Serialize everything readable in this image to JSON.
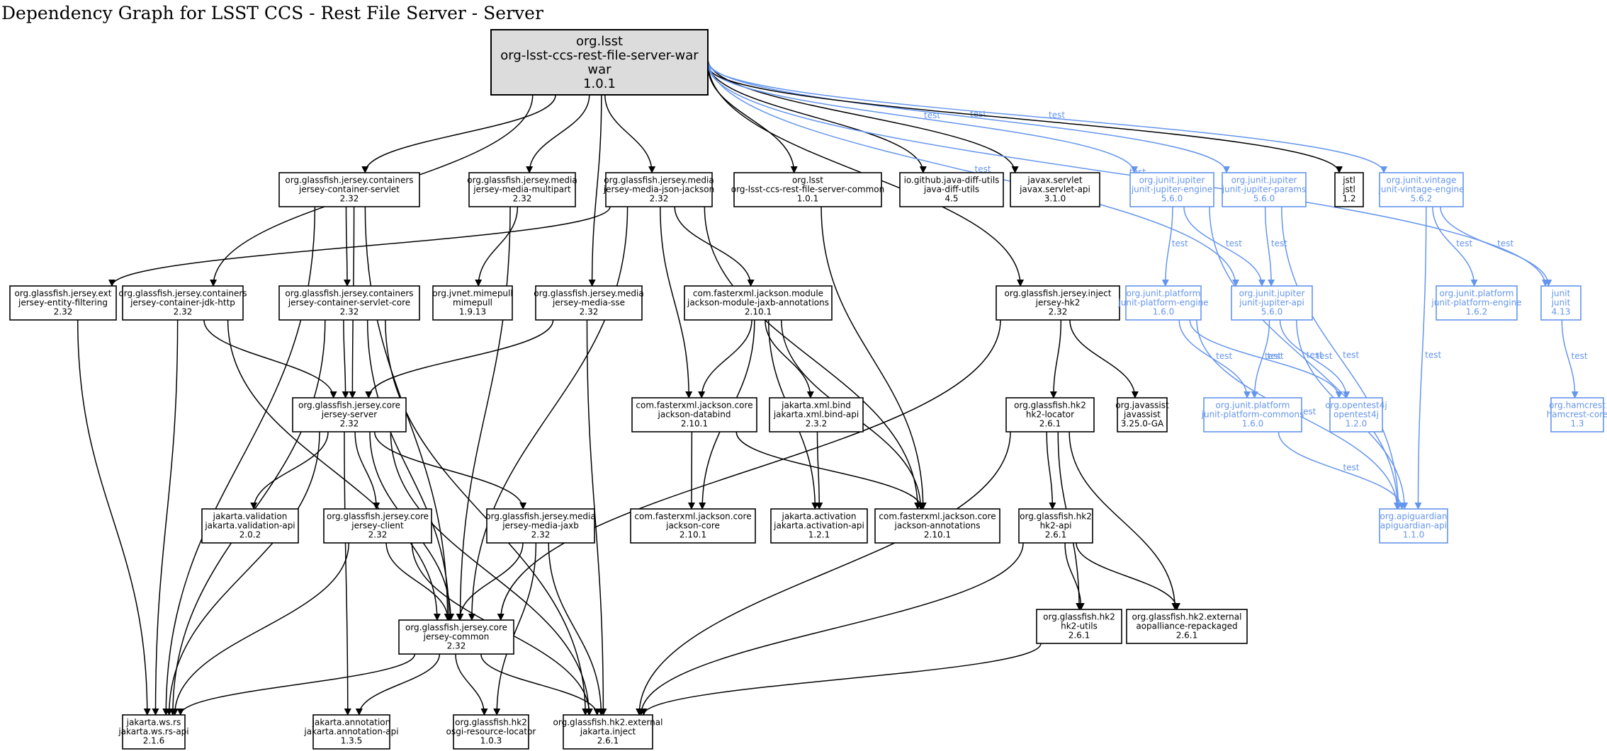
{
  "title": "Dependency Graph for LSST CCS - Rest File Server - Server",
  "colors": {
    "compile": "#000000",
    "test": "#6495ed",
    "root_fill": "#dcdcdc"
  },
  "edge_label_test": "test",
  "nodes": [
    {
      "id": "root",
      "lines": [
        "org.lsst",
        "org-lsst-ccs-rest-file-server-war",
        "war",
        "1.0.1"
      ],
      "scope": "root"
    },
    {
      "id": "servlet",
      "lines": [
        "org.glassfish.jersey.containers",
        "jersey-container-servlet",
        "2.32"
      ],
      "scope": "compile"
    },
    {
      "id": "multipart",
      "lines": [
        "org.glassfish.jersey.media",
        "jersey-media-multipart",
        "2.32"
      ],
      "scope": "compile"
    },
    {
      "id": "jsonjackson",
      "lines": [
        "org.glassfish.jersey.media",
        "jersey-media-json-jackson",
        "2.32"
      ],
      "scope": "compile"
    },
    {
      "id": "common_lsst",
      "lines": [
        "org.lsst",
        "org-lsst-ccs-rest-file-server-common",
        "1.0.1"
      ],
      "scope": "compile"
    },
    {
      "id": "diffutils",
      "lines": [
        "io.github.java-diff-utils",
        "java-diff-utils",
        "4.5"
      ],
      "scope": "compile"
    },
    {
      "id": "servletapi",
      "lines": [
        "javax.servlet",
        "javax.servlet-api",
        "3.1.0"
      ],
      "scope": "compile"
    },
    {
      "id": "jupengine",
      "lines": [
        "org.junit.jupiter",
        "junit-jupiter-engine",
        "5.6.0"
      ],
      "scope": "test"
    },
    {
      "id": "jupparams",
      "lines": [
        "org.junit.jupiter",
        "junit-jupiter-params",
        "5.6.0"
      ],
      "scope": "test"
    },
    {
      "id": "jstl",
      "lines": [
        "jstl",
        "jstl",
        "1.2"
      ],
      "scope": "compile"
    },
    {
      "id": "vintage",
      "lines": [
        "org.junit.vintage",
        "junit-vintage-engine",
        "5.6.2"
      ],
      "scope": "test"
    },
    {
      "id": "entityfilter",
      "lines": [
        "org.glassfish.jersey.ext",
        "jersey-entity-filtering",
        "2.32"
      ],
      "scope": "compile"
    },
    {
      "id": "jdkhttp",
      "lines": [
        "org.glassfish.jersey.containers",
        "jersey-container-jdk-http",
        "2.32"
      ],
      "scope": "compile"
    },
    {
      "id": "servletcore",
      "lines": [
        "org.glassfish.jersey.containers",
        "jersey-container-servlet-core",
        "2.32"
      ],
      "scope": "compile"
    },
    {
      "id": "mimepull",
      "lines": [
        "org.jvnet.mimepull",
        "mimepull",
        "1.9.13"
      ],
      "scope": "compile"
    },
    {
      "id": "sse",
      "lines": [
        "org.glassfish.jersey.media",
        "jersey-media-sse",
        "2.32"
      ],
      "scope": "compile"
    },
    {
      "id": "jaxbann",
      "lines": [
        "com.fasterxml.jackson.module",
        "jackson-module-jaxb-annotations",
        "2.10.1"
      ],
      "scope": "compile"
    },
    {
      "id": "hk2inject",
      "lines": [
        "org.glassfish.jersey.inject",
        "jersey-hk2",
        "2.32"
      ],
      "scope": "compile"
    },
    {
      "id": "platengine160",
      "lines": [
        "org.junit.platform",
        "junit-platform-engine",
        "1.6.0"
      ],
      "scope": "test"
    },
    {
      "id": "jupapi",
      "lines": [
        "org.junit.jupiter",
        "junit-jupiter-api",
        "5.6.0"
      ],
      "scope": "test"
    },
    {
      "id": "platengine162",
      "lines": [
        "org.junit.platform",
        "junit-platform-engine",
        "1.6.2"
      ],
      "scope": "test"
    },
    {
      "id": "junit",
      "lines": [
        "junit",
        "junit",
        "4.13"
      ],
      "scope": "test"
    },
    {
      "id": "server",
      "lines": [
        "org.glassfish.jersey.core",
        "jersey-server",
        "2.32"
      ],
      "scope": "compile"
    },
    {
      "id": "databind",
      "lines": [
        "com.fasterxml.jackson.core",
        "jackson-databind",
        "2.10.1"
      ],
      "scope": "compile"
    },
    {
      "id": "xmlbind",
      "lines": [
        "jakarta.xml.bind",
        "jakarta.xml.bind-api",
        "2.3.2"
      ],
      "scope": "compile"
    },
    {
      "id": "locator",
      "lines": [
        "org.glassfish.hk2",
        "hk2-locator",
        "2.6.1"
      ],
      "scope": "compile"
    },
    {
      "id": "javassist",
      "lines": [
        "org.javassist",
        "javassist",
        "3.25.0-GA"
      ],
      "scope": "compile"
    },
    {
      "id": "platcommons",
      "lines": [
        "org.junit.platform",
        "junit-platform-commons",
        "1.6.0"
      ],
      "scope": "test"
    },
    {
      "id": "opentest4j",
      "lines": [
        "org.opentest4j",
        "opentest4j",
        "1.2.0"
      ],
      "scope": "test"
    },
    {
      "id": "hamcrest",
      "lines": [
        "org.hamcrest",
        "hamcrest-core",
        "1.3"
      ],
      "scope": "test"
    },
    {
      "id": "validation",
      "lines": [
        "jakarta.validation",
        "jakarta.validation-api",
        "2.0.2"
      ],
      "scope": "compile"
    },
    {
      "id": "client",
      "lines": [
        "org.glassfish.jersey.core",
        "jersey-client",
        "2.32"
      ],
      "scope": "compile"
    },
    {
      "id": "jaxb",
      "lines": [
        "org.glassfish.jersey.media",
        "jersey-media-jaxb",
        "2.32"
      ],
      "scope": "compile"
    },
    {
      "id": "jcore",
      "lines": [
        "com.fasterxml.jackson.core",
        "jackson-core",
        "2.10.1"
      ],
      "scope": "compile"
    },
    {
      "id": "activation",
      "lines": [
        "jakarta.activation",
        "jakarta.activation-api",
        "1.2.1"
      ],
      "scope": "compile"
    },
    {
      "id": "annotations",
      "lines": [
        "com.fasterxml.jackson.core",
        "jackson-annotations",
        "2.10.1"
      ],
      "scope": "compile"
    },
    {
      "id": "hk2api",
      "lines": [
        "org.glassfish.hk2",
        "hk2-api",
        "2.6.1"
      ],
      "scope": "compile"
    },
    {
      "id": "apiguardian",
      "lines": [
        "org.apiguardian",
        "apiguardian-api",
        "1.1.0"
      ],
      "scope": "test"
    },
    {
      "id": "jcommon",
      "lines": [
        "org.glassfish.jersey.core",
        "jersey-common",
        "2.32"
      ],
      "scope": "compile"
    },
    {
      "id": "hk2utils",
      "lines": [
        "org.glassfish.hk2",
        "hk2-utils",
        "2.6.1"
      ],
      "scope": "compile"
    },
    {
      "id": "aopalliance",
      "lines": [
        "org.glassfish.hk2.external",
        "aopalliance-repackaged",
        "2.6.1"
      ],
      "scope": "compile"
    },
    {
      "id": "wsrs",
      "lines": [
        "jakarta.ws.rs",
        "jakarta.ws.rs-api",
        "2.1.6"
      ],
      "scope": "compile"
    },
    {
      "id": "annotationapi",
      "lines": [
        "jakarta.annotation",
        "jakarta.annotation-api",
        "1.3.5"
      ],
      "scope": "compile"
    },
    {
      "id": "osgi",
      "lines": [
        "org.glassfish.hk2",
        "osgi-resource-locator",
        "1.0.3"
      ],
      "scope": "compile"
    },
    {
      "id": "jakinject",
      "lines": [
        "org.glassfish.hk2.external",
        "jakarta.inject",
        "2.6.1"
      ],
      "scope": "compile"
    }
  ],
  "edges": [
    [
      "root",
      "servlet",
      "compile"
    ],
    [
      "root",
      "multipart",
      "compile"
    ],
    [
      "root",
      "jsonjackson",
      "compile"
    ],
    [
      "root",
      "common_lsst",
      "compile"
    ],
    [
      "root",
      "diffutils",
      "compile"
    ],
    [
      "root",
      "servletapi",
      "compile"
    ],
    [
      "root",
      "jupengine",
      "test"
    ],
    [
      "root",
      "jupparams",
      "test"
    ],
    [
      "root",
      "jstl",
      "compile"
    ],
    [
      "root",
      "vintage",
      "test"
    ],
    [
      "root",
      "jdkhttp",
      "compile"
    ],
    [
      "root",
      "sse",
      "compile"
    ],
    [
      "root",
      "hk2inject",
      "compile"
    ],
    [
      "root",
      "jupapi",
      "test"
    ],
    [
      "root",
      "junit",
      "test"
    ],
    [
      "servlet",
      "servletcore",
      "compile"
    ],
    [
      "servlet",
      "server",
      "compile"
    ],
    [
      "servlet",
      "jcommon",
      "compile"
    ],
    [
      "servlet",
      "wsrs",
      "compile"
    ],
    [
      "multipart",
      "mimepull",
      "compile"
    ],
    [
      "multipart",
      "jcommon",
      "compile"
    ],
    [
      "jsonjackson",
      "entityfilter",
      "compile"
    ],
    [
      "jsonjackson",
      "jaxbann",
      "compile"
    ],
    [
      "jsonjackson",
      "databind",
      "compile"
    ],
    [
      "jsonjackson",
      "annotations",
      "compile"
    ],
    [
      "jsonjackson",
      "jcommon",
      "compile"
    ],
    [
      "common_lsst",
      "annotations",
      "compile"
    ],
    [
      "jupengine",
      "platengine160",
      "test"
    ],
    [
      "jupengine",
      "jupapi",
      "test"
    ],
    [
      "jupengine",
      "apiguardian",
      "test"
    ],
    [
      "jupparams",
      "jupapi",
      "test"
    ],
    [
      "jupparams",
      "apiguardian",
      "test"
    ],
    [
      "vintage",
      "platengine162",
      "test"
    ],
    [
      "vintage",
      "junit",
      "test"
    ],
    [
      "vintage",
      "apiguardian",
      "test"
    ],
    [
      "entityfilter",
      "wsrs",
      "compile"
    ],
    [
      "jdkhttp",
      "server",
      "compile"
    ],
    [
      "jdkhttp",
      "jcommon",
      "compile"
    ],
    [
      "jdkhttp",
      "wsrs",
      "compile"
    ],
    [
      "servletcore",
      "server",
      "compile"
    ],
    [
      "servletcore",
      "jcommon",
      "compile"
    ],
    [
      "servletcore",
      "jakinject",
      "compile"
    ],
    [
      "servletcore",
      "wsrs",
      "compile"
    ],
    [
      "sse",
      "server",
      "compile"
    ],
    [
      "sse",
      "jakinject",
      "compile"
    ],
    [
      "jaxbann",
      "databind",
      "compile"
    ],
    [
      "jaxbann",
      "xmlbind",
      "compile"
    ],
    [
      "jaxbann",
      "jcore",
      "compile"
    ],
    [
      "jaxbann",
      "activation",
      "compile"
    ],
    [
      "jaxbann",
      "annotations",
      "compile"
    ],
    [
      "hk2inject",
      "locator",
      "compile"
    ],
    [
      "hk2inject",
      "javassist",
      "compile"
    ],
    [
      "hk2inject",
      "jcommon",
      "compile"
    ],
    [
      "platengine160",
      "platcommons",
      "test"
    ],
    [
      "platengine160",
      "opentest4j",
      "test"
    ],
    [
      "platengine160",
      "apiguardian",
      "test"
    ],
    [
      "jupapi",
      "platcommons",
      "test"
    ],
    [
      "jupapi",
      "opentest4j",
      "test"
    ],
    [
      "jupapi",
      "apiguardian",
      "test"
    ],
    [
      "junit",
      "hamcrest",
      "test"
    ],
    [
      "server",
      "validation",
      "compile"
    ],
    [
      "server",
      "client",
      "compile"
    ],
    [
      "server",
      "jaxb",
      "compile"
    ],
    [
      "server",
      "jcommon",
      "compile"
    ],
    [
      "server",
      "wsrs",
      "compile"
    ],
    [
      "server",
      "annotationapi",
      "compile"
    ],
    [
      "server",
      "jakinject",
      "compile"
    ],
    [
      "databind",
      "jcore",
      "compile"
    ],
    [
      "databind",
      "annotations",
      "compile"
    ],
    [
      "xmlbind",
      "activation",
      "compile"
    ],
    [
      "locator",
      "hk2api",
      "compile"
    ],
    [
      "locator",
      "hk2utils",
      "compile"
    ],
    [
      "locator",
      "aopalliance",
      "compile"
    ],
    [
      "locator",
      "jakinject",
      "compile"
    ],
    [
      "platcommons",
      "apiguardian",
      "test"
    ],
    [
      "client",
      "jcommon",
      "compile"
    ],
    [
      "client",
      "wsrs",
      "compile"
    ],
    [
      "client",
      "jakinject",
      "compile"
    ],
    [
      "jaxb",
      "jcommon",
      "compile"
    ],
    [
      "jaxb",
      "osgi",
      "compile"
    ],
    [
      "jaxb",
      "jakinject",
      "compile"
    ],
    [
      "hk2api",
      "hk2utils",
      "compile"
    ],
    [
      "hk2api",
      "aopalliance",
      "compile"
    ],
    [
      "hk2api",
      "jakinject",
      "compile"
    ],
    [
      "jcommon",
      "wsrs",
      "compile"
    ],
    [
      "jcommon",
      "annotationapi",
      "compile"
    ],
    [
      "jcommon",
      "osgi",
      "compile"
    ],
    [
      "jcommon",
      "jakinject",
      "compile"
    ],
    [
      "hk2utils",
      "jakinject",
      "compile"
    ]
  ]
}
